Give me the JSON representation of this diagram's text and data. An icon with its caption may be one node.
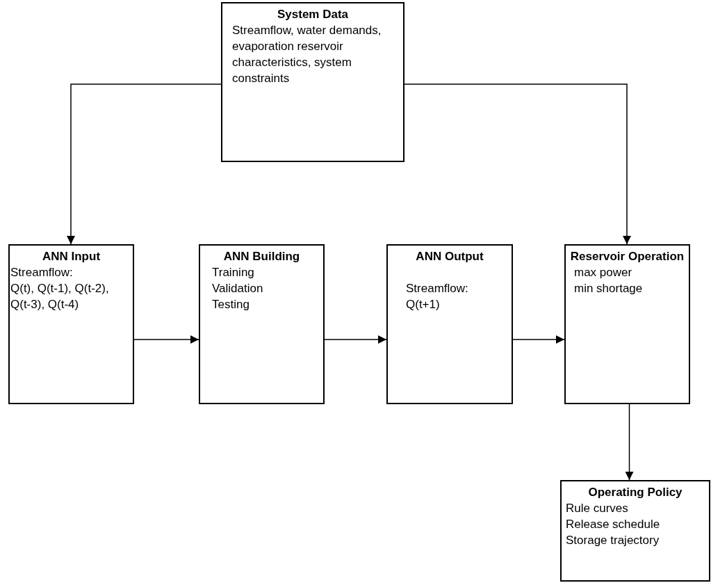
{
  "diagram": {
    "nodes": [
      {
        "text": [
          "System Data",
          "Streamflow, water demands, evaporation reservoir characteristics, system constraints"
        ]
      },
      {
        "text": [
          "ANN Input",
          "Streamflow:",
          "Q(t), Q(t-1), Q(t-2), Q(t-3), Q(t-4)"
        ]
      },
      {
        "text": [
          "ANN Building",
          "Training",
          "Validation",
          "Testing"
        ]
      },
      {
        "text": [
          "ANN Output",
          "Streamflow:",
          "Q(t+1)"
        ]
      },
      {
        "text": [
          "Reservoir Operation",
          "max power",
          "min shortage"
        ]
      },
      {
        "text": [
          "Operating Policy",
          "Rule curves",
          "Release schedule",
          "Storage trajectory"
        ]
      }
    ],
    "edges": [
      {
        "from": 0,
        "to": 1,
        "arrow": "to"
      },
      {
        "from": 0,
        "to": 4,
        "arrow": "to"
      },
      {
        "from": 1,
        "to": 2,
        "arrow": "to"
      },
      {
        "from": 2,
        "to": 3,
        "arrow": "to"
      },
      {
        "from": 3,
        "to": 4,
        "arrow": "to"
      },
      {
        "from": 4,
        "to": 5,
        "arrow": "to"
      }
    ]
  }
}
